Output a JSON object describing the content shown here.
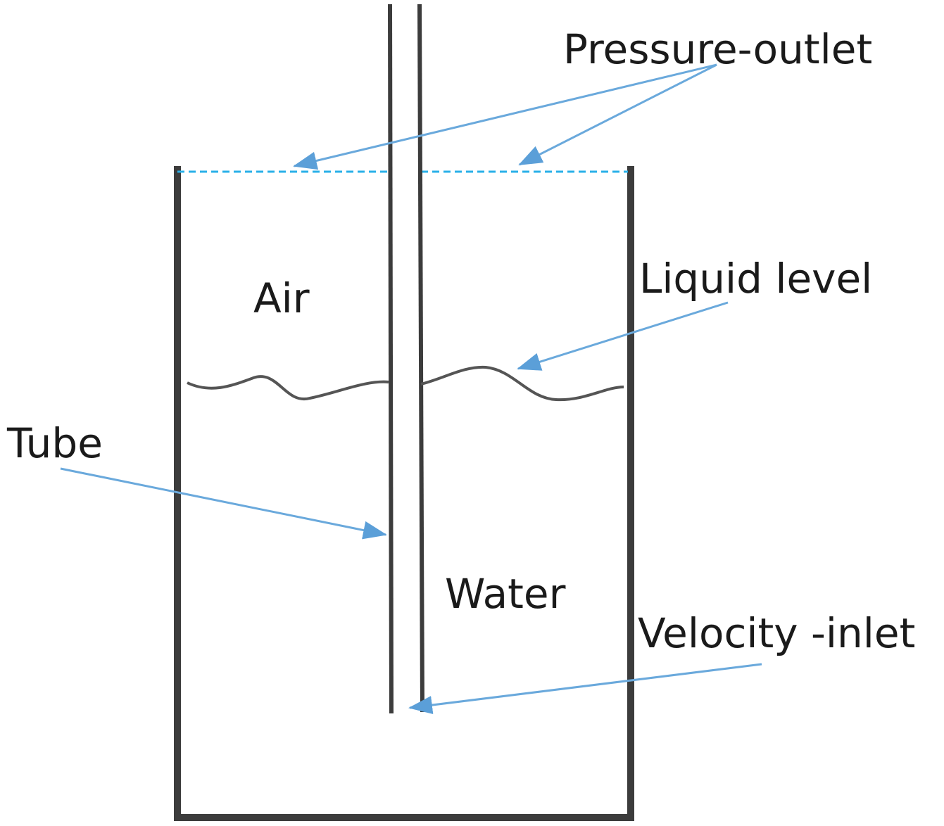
{
  "labels": {
    "pressure_outlet": "Pressure-outlet",
    "liquid_level": "Liquid level",
    "air": "Air",
    "tube": "Tube",
    "water": "Water",
    "velocity_inlet": "Velocity -inlet"
  },
  "colors": {
    "wall": "#3c3c3c",
    "tube": "#3c3c3c",
    "liquid_surface": "#555555",
    "outlet_boundary": "#2ab0e8",
    "arrow": "#6aa9dc",
    "text": "#1a1a1a"
  }
}
